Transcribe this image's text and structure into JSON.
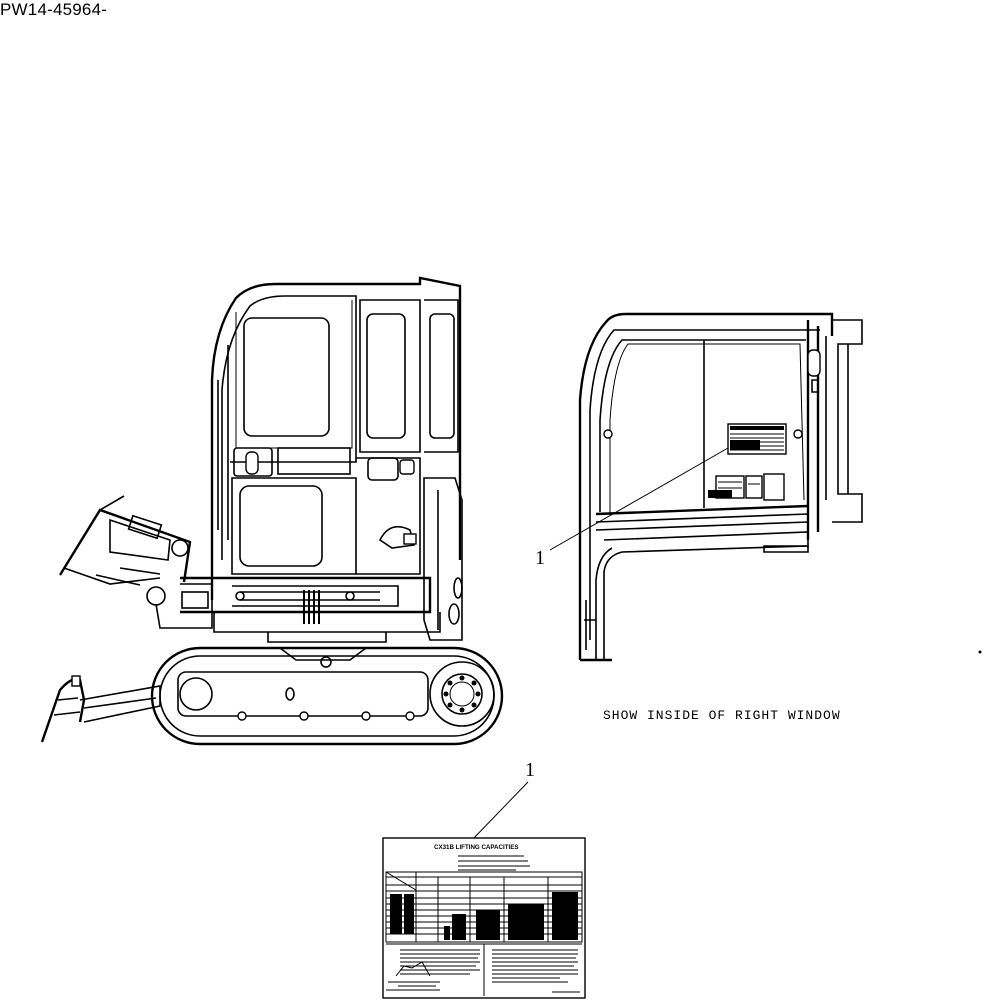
{
  "drawing": {
    "code": "PW14-45964-",
    "callout_number": "1",
    "window_caption": "SHOW INSIDE OF RIGHT WINDOW",
    "decal": {
      "title": "CX31B LIFTING CAPACITIES"
    }
  }
}
